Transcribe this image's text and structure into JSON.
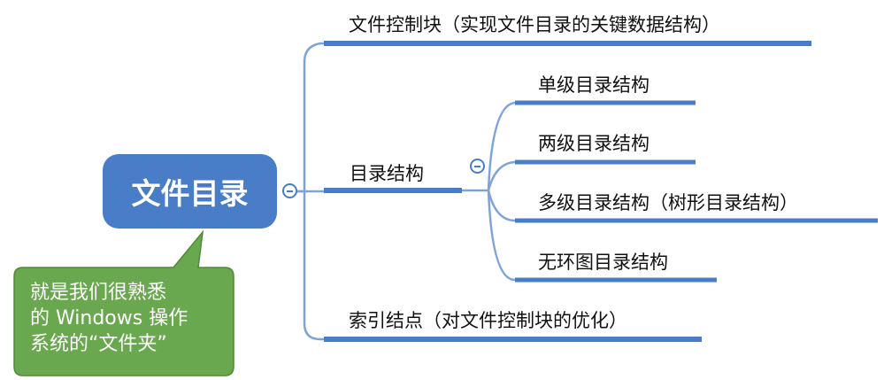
{
  "root": {
    "label": "文件目录"
  },
  "branches": [
    {
      "label": "文件控制块（实现文件目录的关键数据结构）"
    },
    {
      "label": "目录结构",
      "children": [
        {
          "label": "单级目录结构"
        },
        {
          "label": "两级目录结构"
        },
        {
          "label": "多级目录结构（树形目录结构）"
        },
        {
          "label": "无环图目录结构"
        }
      ]
    },
    {
      "label": "索引结点（对文件控制块的优化）"
    }
  ],
  "callout": {
    "lines": [
      "就是我们很熟悉",
      "的 Windows 操作",
      "系统的“文件夹”"
    ]
  },
  "colors": {
    "node_fill": "#4a7dc7",
    "underline": "#4a7dc7",
    "connector": "#7fa3d9",
    "callout_fill": "#6aa84f",
    "callout_border": "#4e8a37"
  }
}
